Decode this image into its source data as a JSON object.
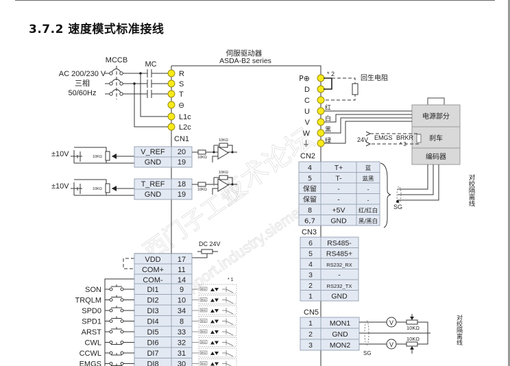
{
  "page": {
    "section_title": "3.7.2  速度模式标准接线",
    "watermark": [
      "西门子工业",
      "support.industry.siemens.com/cs",
      "技术论坛"
    ]
  },
  "power_input": {
    "supply_lines": [
      "AC 200/230 V",
      "三相",
      "50/60Hz"
    ],
    "breaker_label": "MCCB",
    "contactor_label": "MC"
  },
  "drive": {
    "name": "伺服驱动器",
    "model": "ASDA-B2 series",
    "left_terminals": [
      "R",
      "S",
      "T",
      "⊖",
      "L1c",
      "L2c"
    ],
    "right_terminals": [
      "P⊕",
      "D",
      "C",
      "U",
      "V",
      "W",
      "⏚"
    ],
    "note_star2": "* 2",
    "regen_resistor_label": "回生电阻"
  },
  "motor": {
    "wire_colors": [
      "红",
      "白",
      "黑",
      "绿"
    ],
    "sections": [
      "电源部分",
      "刹车",
      "编码器"
    ],
    "brake_circuit": {
      "voltage": "24V",
      "emgs": "EMGS",
      "brkr": "BRKR",
      "note": "* 3"
    },
    "twisted_pair_label": "对绞隔离线",
    "shield_label": "SG"
  },
  "cn1": {
    "label": "CN1",
    "analog_inputs": [
      {
        "source": "±10V",
        "pot": "10KΩ",
        "signal": "V_REF",
        "pin": "20",
        "gnd": "GND",
        "gnd_pin": "19",
        "r_in": "10KΩ",
        "r_fb": "10KΩ"
      },
      {
        "source": "±10V",
        "pot": "10KΩ",
        "signal": "T_REF",
        "pin": "18",
        "gnd": "GND",
        "gnd_pin": "19",
        "r_in": "10KΩ",
        "r_fb": "10KΩ"
      }
    ],
    "dc_supply": "DC 24V",
    "note_star1": "* 1",
    "opto_r": "5KΩ",
    "power_pins": [
      {
        "signal": "VDD",
        "pin": "17"
      },
      {
        "signal": "COM+",
        "pin": "11"
      },
      {
        "signal": "COM-",
        "pin": "14"
      }
    ],
    "digital_inputs": [
      {
        "name": "SON",
        "signal": "DI1",
        "pin": "9"
      },
      {
        "name": "TRQLM",
        "signal": "DI2",
        "pin": "10"
      },
      {
        "name": "SPD0",
        "signal": "DI3",
        "pin": "34"
      },
      {
        "name": "SPD1",
        "signal": "DI4",
        "pin": "8"
      },
      {
        "name": "ARST",
        "signal": "DI5",
        "pin": "33"
      },
      {
        "name": "CWL",
        "signal": "DI6",
        "pin": "32"
      },
      {
        "name": "CCWL",
        "signal": "DI7",
        "pin": "31"
      },
      {
        "name": "EMGS",
        "signal": "DI8",
        "pin": "30"
      }
    ]
  },
  "cn2": {
    "label": "CN2",
    "rows": [
      {
        "pin": "4",
        "signal": "T+",
        "color": "蓝"
      },
      {
        "pin": "5",
        "signal": "T-",
        "color": "蓝黑"
      },
      {
        "pin": "保留",
        "signal": "-",
        "color": "-"
      },
      {
        "pin": "保留",
        "signal": "-",
        "color": "-"
      },
      {
        "pin": "8",
        "signal": "+5V",
        "color": "红/红白"
      },
      {
        "pin": "6,7",
        "signal": "GND",
        "color": "黑/黑白"
      }
    ]
  },
  "cn3": {
    "label": "CN3",
    "rows": [
      {
        "pin": "6",
        "signal": "RS485-"
      },
      {
        "pin": "5",
        "signal": "RS485+"
      },
      {
        "pin": "4",
        "signal": "RS232_RX"
      },
      {
        "pin": "3",
        "signal": "-"
      },
      {
        "pin": "2",
        "signal": "RS232_TX"
      },
      {
        "pin": "1",
        "signal": "GND"
      }
    ]
  },
  "cn5": {
    "label": "CN5",
    "rows": [
      {
        "pin": "1",
        "signal": "MON1"
      },
      {
        "pin": "2",
        "signal": "GND"
      },
      {
        "pin": "3",
        "signal": "MON2"
      }
    ],
    "meter_symbol": "V",
    "resistor": "10KΩ",
    "shield_label": "SG",
    "twisted_pair_label": "对绞隔离线"
  }
}
